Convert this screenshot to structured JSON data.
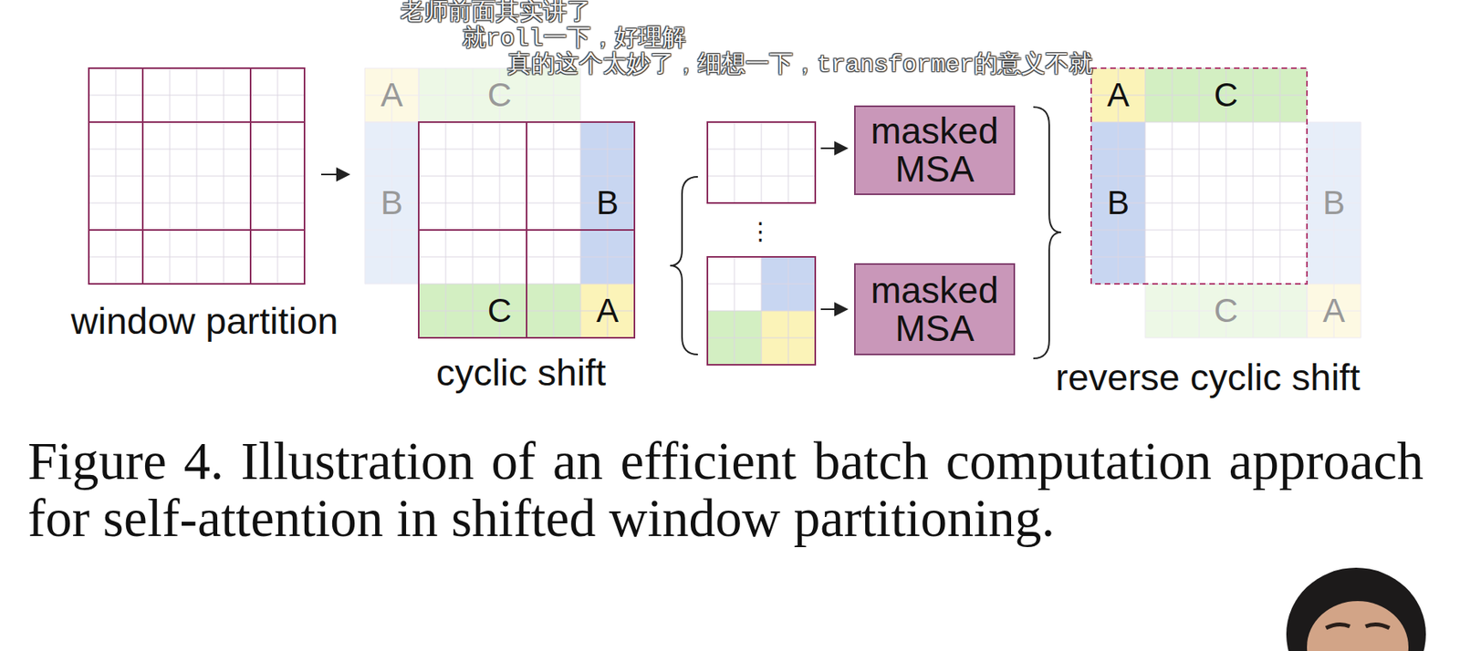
{
  "diagram": {
    "caption": "Figure 4. Illustration of an efficient batch computation approach for self-attention in shifted window partitioning.",
    "nodes": [
      {
        "text": [
          "masked MSA"
        ]
      },
      {
        "text": [
          "masked MSA"
        ]
      }
    ],
    "labels": [
      "老师前面其实讲了",
      "就roll一下，好理解",
      "真的这个太妙了，细想一下，transformer的意义不就",
      "window partition",
      "A",
      "C",
      "B",
      "cyclic shift",
      "B",
      "C",
      "A",
      "⋮",
      "reverse cyclic shift",
      "A",
      "C",
      "B",
      "B",
      "C",
      "A"
    ]
  }
}
